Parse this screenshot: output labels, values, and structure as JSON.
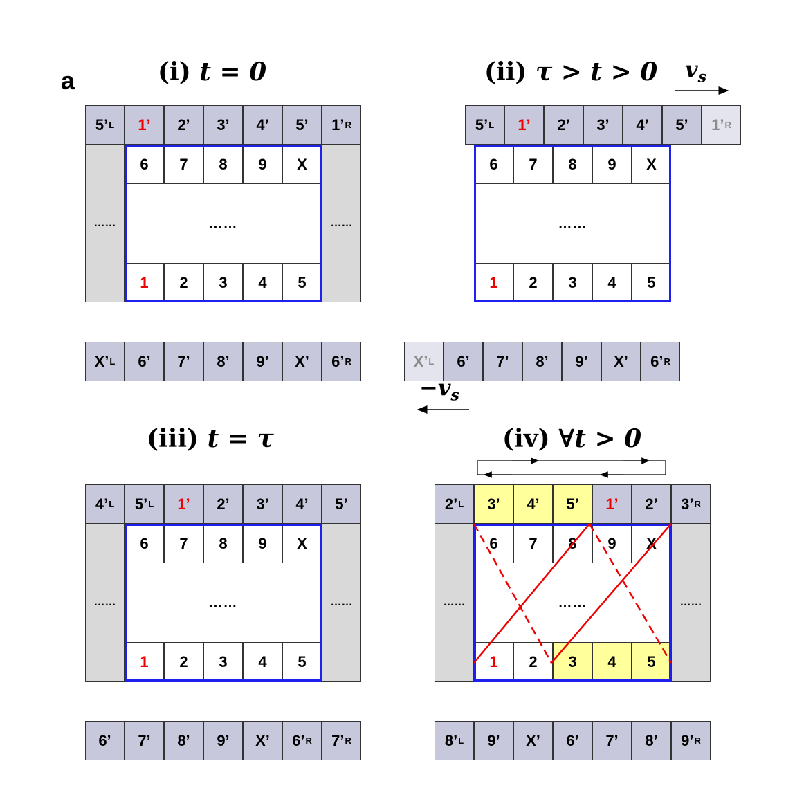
{
  "figure_label": "a",
  "panels": {
    "i": {
      "title_prefix": "(i) ",
      "title_math": "t = 0",
      "top_row": [
        {
          "text": "5’",
          "sub": "L",
          "style": "purple"
        },
        {
          "text": "1’",
          "sub": "",
          "style": "purple",
          "color": "red"
        },
        {
          "text": "2’",
          "sub": "",
          "style": "purple"
        },
        {
          "text": "3’",
          "sub": "",
          "style": "purple"
        },
        {
          "text": "4’",
          "sub": "",
          "style": "purple"
        },
        {
          "text": "5’",
          "sub": "",
          "style": "purple"
        },
        {
          "text": "1’",
          "sub": "R",
          "style": "purple"
        }
      ],
      "inner_top": [
        {
          "text": "6"
        },
        {
          "text": "7"
        },
        {
          "text": "8"
        },
        {
          "text": "9"
        },
        {
          "text": "X"
        }
      ],
      "inner_bottom": [
        {
          "text": "1",
          "color": "red"
        },
        {
          "text": "2"
        },
        {
          "text": "3"
        },
        {
          "text": "4"
        },
        {
          "text": "5"
        }
      ],
      "bottom_row": [
        {
          "text": "X’",
          "sub": "L",
          "style": "purple"
        },
        {
          "text": "6’",
          "sub": "",
          "style": "purple"
        },
        {
          "text": "7’",
          "sub": "",
          "style": "purple"
        },
        {
          "text": "8’",
          "sub": "",
          "style": "purple"
        },
        {
          "text": "9’",
          "sub": "",
          "style": "purple"
        },
        {
          "text": "X’",
          "sub": "",
          "style": "purple"
        },
        {
          "text": "6’",
          "sub": "R",
          "style": "purple"
        }
      ],
      "side_dots": "……",
      "center_dots": "……"
    },
    "ii": {
      "title_prefix": "(ii) ",
      "title_math": "τ > t > 0",
      "velocity": "v",
      "velocity_sub": "s",
      "top_row": [
        {
          "text": "5’",
          "sub": "L",
          "style": "purple"
        },
        {
          "text": "1’",
          "sub": "",
          "style": "purple",
          "color": "red"
        },
        {
          "text": "2’",
          "sub": "",
          "style": "purple"
        },
        {
          "text": "3’",
          "sub": "",
          "style": "purple"
        },
        {
          "text": "4’",
          "sub": "",
          "style": "purple"
        },
        {
          "text": "5’",
          "sub": "",
          "style": "purple"
        },
        {
          "text": "1’",
          "sub": "R",
          "style": "faded",
          "color": "grey"
        }
      ],
      "inner_top": [
        {
          "text": "6"
        },
        {
          "text": "7"
        },
        {
          "text": "8"
        },
        {
          "text": "9"
        },
        {
          "text": "X"
        }
      ],
      "inner_bottom": [
        {
          "text": "1",
          "color": "red"
        },
        {
          "text": "2"
        },
        {
          "text": "3"
        },
        {
          "text": "4"
        },
        {
          "text": "5"
        }
      ],
      "bottom_row": [
        {
          "text": "X’",
          "sub": "L",
          "style": "faded",
          "color": "grey"
        },
        {
          "text": "6’",
          "sub": "",
          "style": "purple"
        },
        {
          "text": "7’",
          "sub": "",
          "style": "purple"
        },
        {
          "text": "8’",
          "sub": "",
          "style": "purple"
        },
        {
          "text": "9’",
          "sub": "",
          "style": "purple"
        },
        {
          "text": "X’",
          "sub": "",
          "style": "purple"
        },
        {
          "text": "6’",
          "sub": "R",
          "style": "purple"
        }
      ],
      "center_dots": "……"
    },
    "neg_velocity": "−v",
    "neg_velocity_sub": "s",
    "iii": {
      "title_prefix": "(iii) ",
      "title_math": "t = τ",
      "top_row": [
        {
          "text": "4’",
          "sub": "L",
          "style": "purple"
        },
        {
          "text": "5’",
          "sub": "L",
          "style": "purple"
        },
        {
          "text": "1’",
          "sub": "",
          "style": "purple",
          "color": "red"
        },
        {
          "text": "2’",
          "sub": "",
          "style": "purple"
        },
        {
          "text": "3’",
          "sub": "",
          "style": "purple"
        },
        {
          "text": "4’",
          "sub": "",
          "style": "purple"
        },
        {
          "text": "5’",
          "sub": "",
          "style": "purple"
        }
      ],
      "inner_top": [
        {
          "text": "6"
        },
        {
          "text": "7"
        },
        {
          "text": "8"
        },
        {
          "text": "9"
        },
        {
          "text": "X"
        }
      ],
      "inner_bottom": [
        {
          "text": "1",
          "color": "red"
        },
        {
          "text": "2"
        },
        {
          "text": "3"
        },
        {
          "text": "4"
        },
        {
          "text": "5"
        }
      ],
      "bottom_row": [
        {
          "text": "6’",
          "sub": "",
          "style": "purple"
        },
        {
          "text": "7’",
          "sub": "",
          "style": "purple"
        },
        {
          "text": "8’",
          "sub": "",
          "style": "purple"
        },
        {
          "text": "9’",
          "sub": "",
          "style": "purple"
        },
        {
          "text": "X’",
          "sub": "",
          "style": "purple"
        },
        {
          "text": "6’",
          "sub": "R",
          "style": "purple"
        },
        {
          "text": "7’",
          "sub": "R",
          "style": "purple"
        }
      ],
      "side_dots": "……",
      "center_dots": "……"
    },
    "iv": {
      "title_prefix": "(iv) ",
      "title_math": "∀t > 0",
      "top_row": [
        {
          "text": "2’",
          "sub": "L",
          "style": "purple"
        },
        {
          "text": "3’",
          "sub": "",
          "style": "yellow"
        },
        {
          "text": "4’",
          "sub": "",
          "style": "yellow"
        },
        {
          "text": "5’",
          "sub": "",
          "style": "yellow"
        },
        {
          "text": "1’",
          "sub": "",
          "style": "purple",
          "color": "red"
        },
        {
          "text": "2’",
          "sub": "",
          "style": "purple"
        },
        {
          "text": "3’",
          "sub": "R",
          "style": "purple"
        }
      ],
      "inner_top": [
        {
          "text": "6"
        },
        {
          "text": "7"
        },
        {
          "text": "8"
        },
        {
          "text": "9"
        },
        {
          "text": "X"
        }
      ],
      "inner_bottom": [
        {
          "text": "1",
          "color": "red",
          "style": "white"
        },
        {
          "text": "2",
          "style": "white"
        },
        {
          "text": "3",
          "style": "yellow"
        },
        {
          "text": "4",
          "style": "yellow"
        },
        {
          "text": "5",
          "style": "yellow"
        }
      ],
      "bottom_row": [
        {
          "text": "8’",
          "sub": "L",
          "style": "purple"
        },
        {
          "text": "9’",
          "sub": "",
          "style": "purple"
        },
        {
          "text": "X’",
          "sub": "",
          "style": "purple"
        },
        {
          "text": "6’",
          "sub": "",
          "style": "purple"
        },
        {
          "text": "7’",
          "sub": "",
          "style": "purple"
        },
        {
          "text": "8’",
          "sub": "",
          "style": "purple"
        },
        {
          "text": "9’",
          "sub": "R",
          "style": "purple"
        }
      ],
      "side_dots": "……",
      "center_dots": "……"
    }
  },
  "colors": {
    "purple_cell": "#c8c8dc",
    "grey_side": "#d9d9d9",
    "yellow_highlight": "#ffff9c",
    "blue_frame": "#2020ee",
    "red_accent": "#ee0000",
    "faded_cell": "#e4e4ee"
  }
}
